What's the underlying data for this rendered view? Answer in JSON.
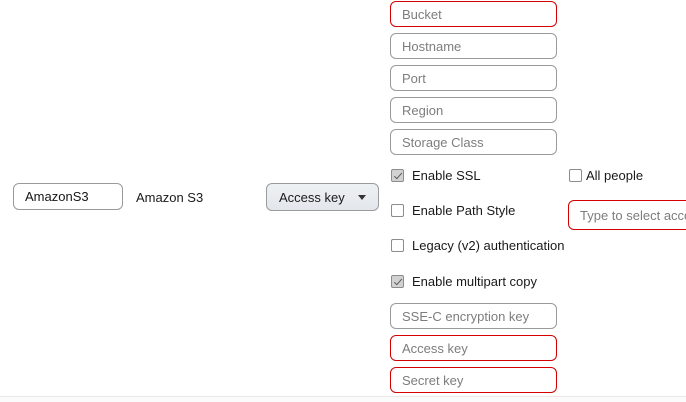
{
  "connection": {
    "name_value": "AmazonS3",
    "protocol_label": "Amazon S3",
    "auth_method": "Access key",
    "caret_icon": "chevron-down-icon"
  },
  "server_fields": [
    {
      "name": "bucket",
      "placeholder": "Bucket",
      "invalid": true
    },
    {
      "name": "hostname",
      "placeholder": "Hostname",
      "invalid": false
    },
    {
      "name": "port",
      "placeholder": "Port",
      "invalid": false
    },
    {
      "name": "region",
      "placeholder": "Region",
      "invalid": false
    },
    {
      "name": "storage-class",
      "placeholder": "Storage Class",
      "invalid": false
    }
  ],
  "credential_fields": [
    {
      "name": "sse-c-encryption-key",
      "placeholder": "SSE-C encryption key",
      "invalid": false
    },
    {
      "name": "access-key",
      "placeholder": "Access key",
      "invalid": true
    },
    {
      "name": "secret-key",
      "placeholder": "Secret key",
      "invalid": true
    }
  ],
  "options": [
    {
      "name": "enable-ssl",
      "label": "Enable SSL",
      "checked": true
    },
    {
      "name": "enable-path-style",
      "label": "Enable Path Style",
      "checked": false
    },
    {
      "name": "legacy-v2-authentication",
      "label": "Legacy (v2) authentication",
      "checked": false
    },
    {
      "name": "enable-multipart-copy",
      "label": "Enable multipart copy",
      "checked": true
    }
  ],
  "sharing": {
    "all_people_label": "All people",
    "all_people_checked": false,
    "account_placeholder": "Type to select account",
    "account_invalid": true
  },
  "colors": {
    "invalid_border": "#d50000",
    "normal_border": "#9a9a9a",
    "placeholder_text": "#7d7d7d",
    "value_text": "#161616",
    "select_background": "#e8ecf0"
  }
}
